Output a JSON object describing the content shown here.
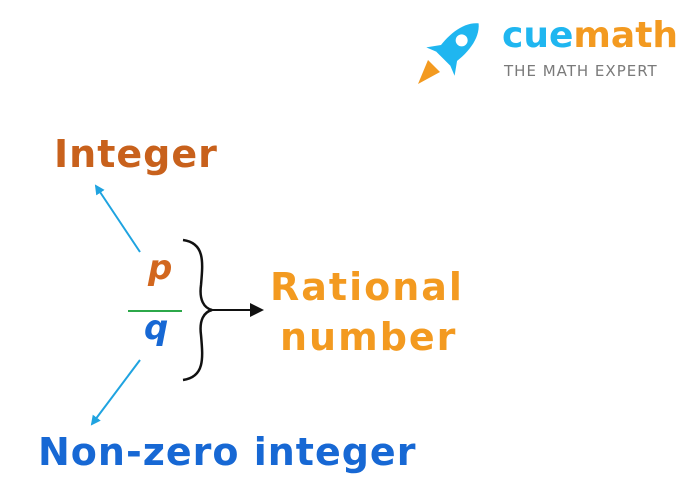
{
  "logo": {
    "brand_part1": "cue",
    "brand_part2": "math",
    "tagline": "THE MATH EXPERT",
    "icon": "rocket-icon",
    "colors": {
      "cue": "#1fb6f0",
      "math": "#f39a20",
      "tagline": "#7a7a7a"
    }
  },
  "diagram": {
    "numerator": "p",
    "denominator": "q",
    "numerator_label": "Integer",
    "denominator_label": "Non-zero integer",
    "result_label_line1": "Rational",
    "result_label_line2": "number",
    "colors": {
      "numerator": "#d2671e",
      "numerator_label": "#c8611c",
      "denominator": "#1768d4",
      "result": "#f39a20",
      "arrows": "#1fa3e0",
      "fraction_bar": "#2ca84a",
      "brace": "#111111"
    }
  }
}
